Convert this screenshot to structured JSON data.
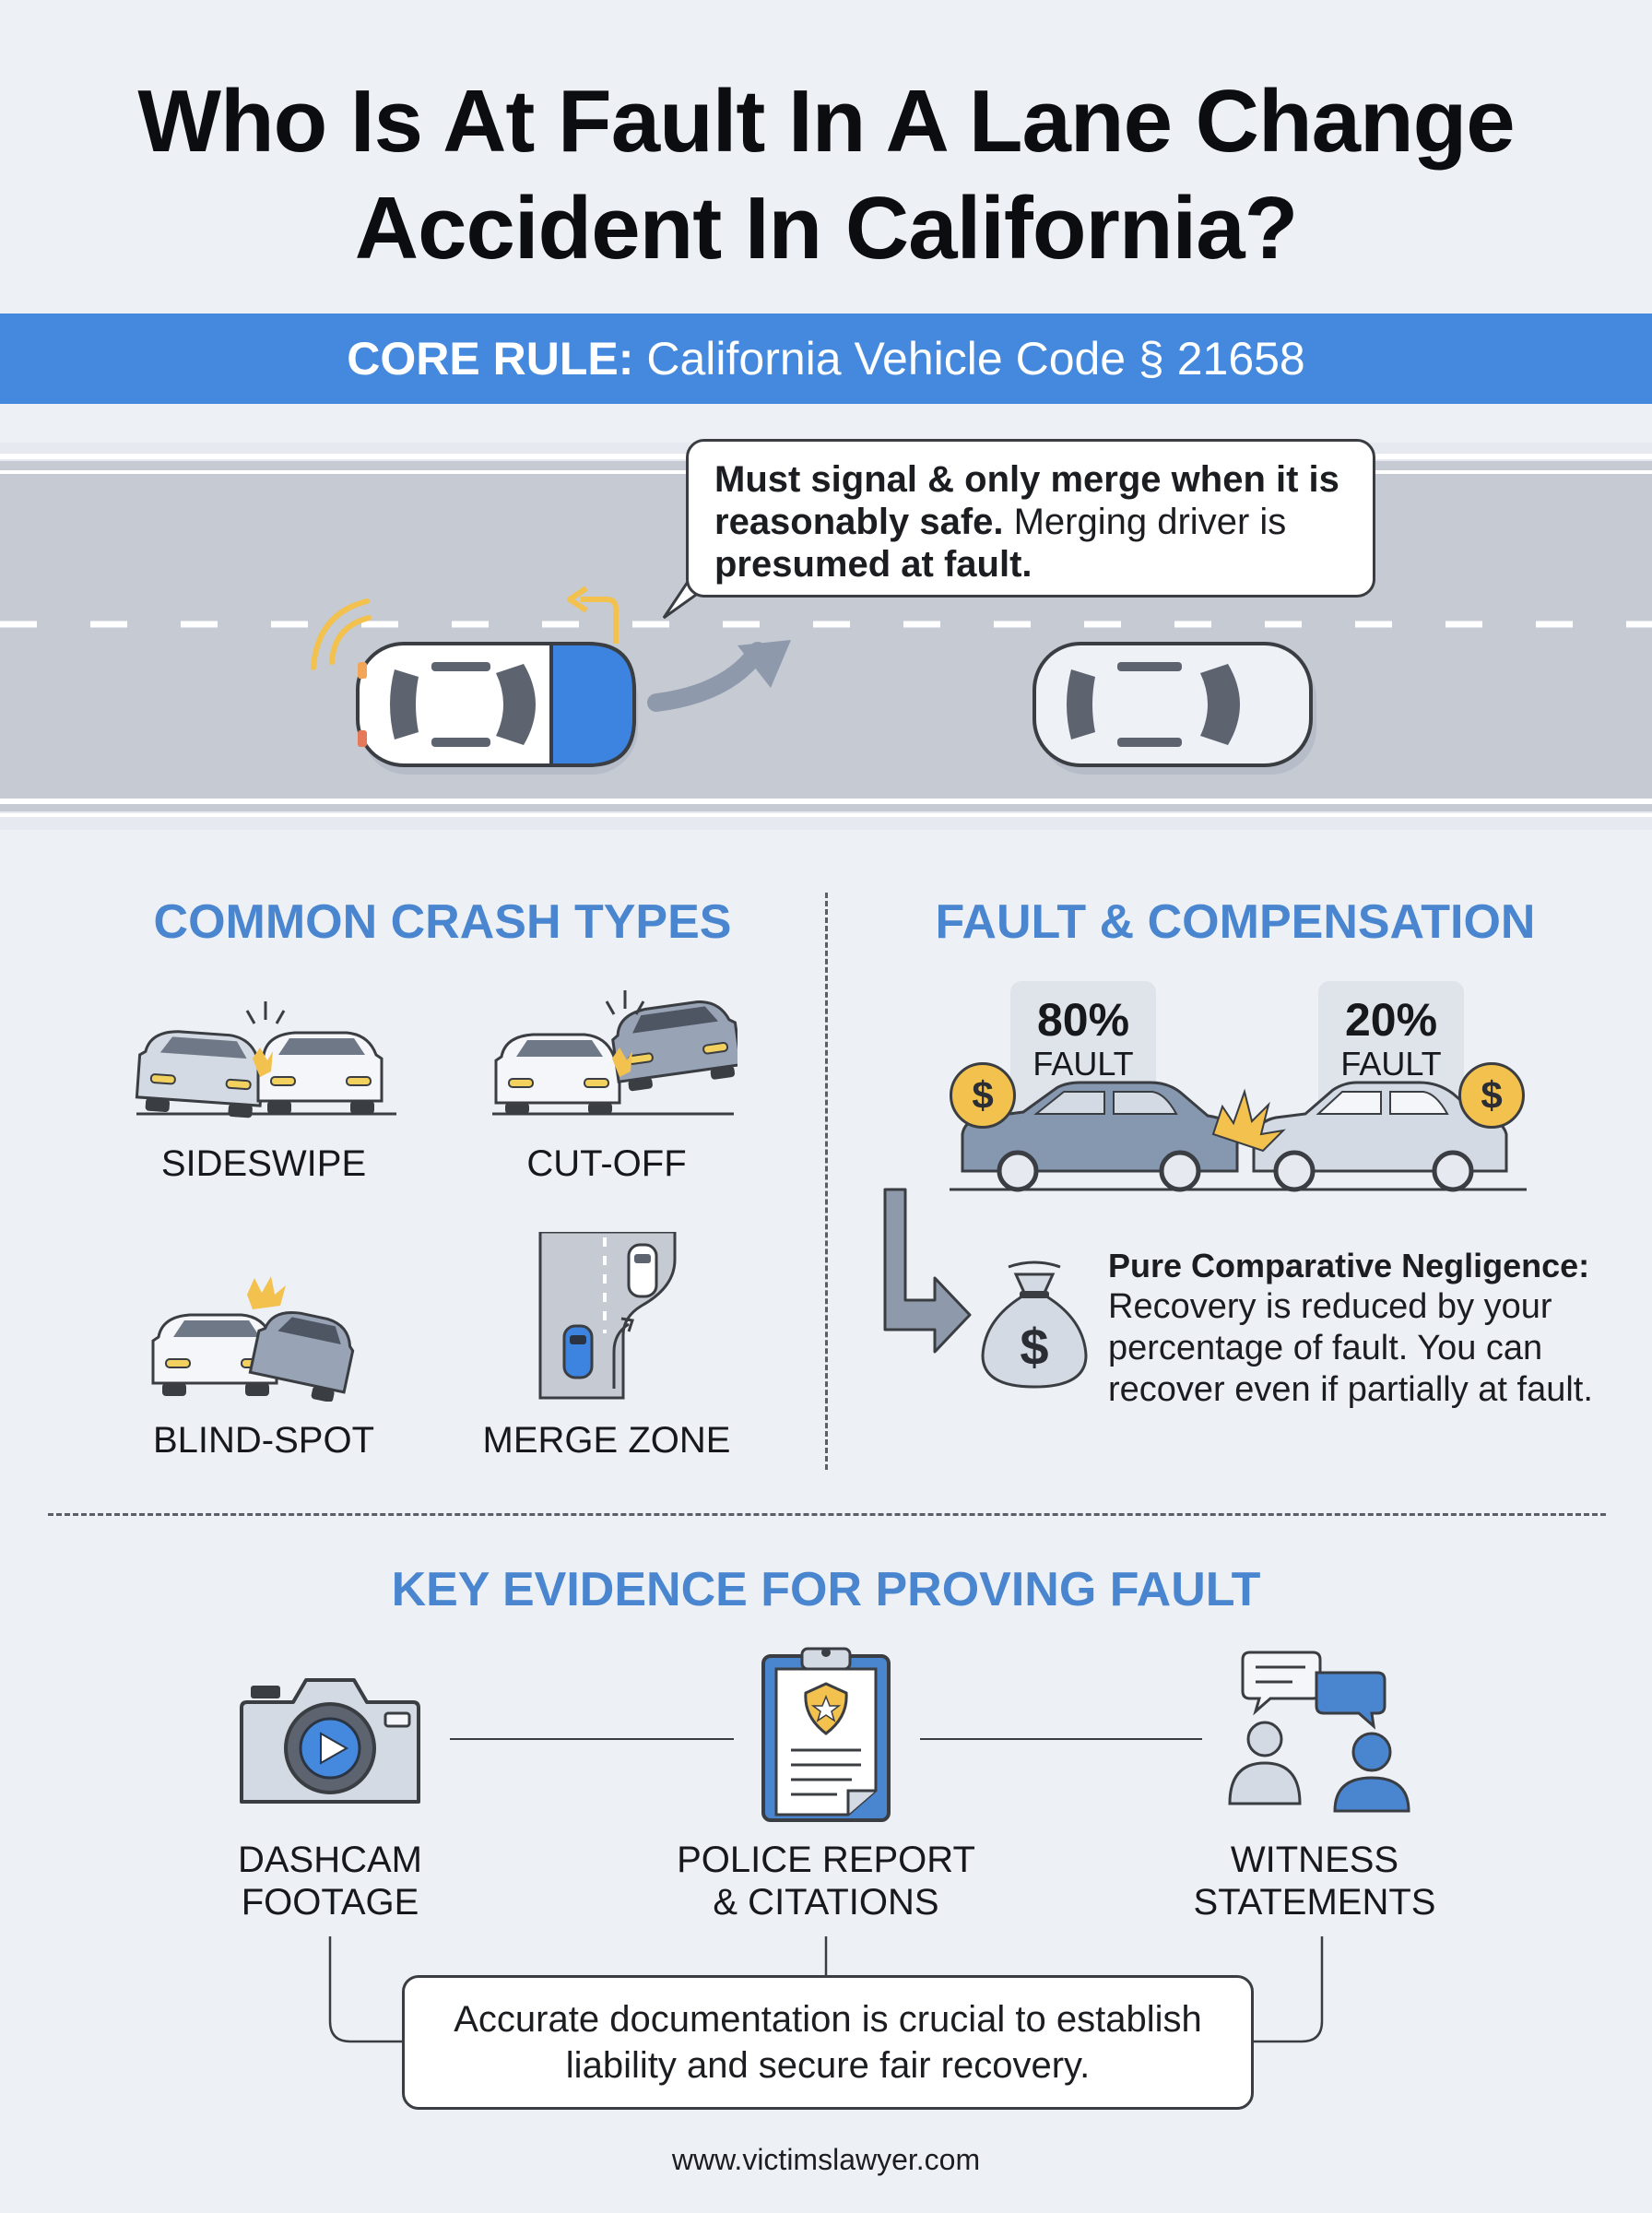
{
  "title": {
    "line1": "Who Is At Fault In A Lane Change",
    "line2": "Accident In California?"
  },
  "core_rule": {
    "label": "CORE RULE:",
    "text": "California Vehicle Code § 21658"
  },
  "callout": {
    "bold1": "Must signal & only merge when it is reasonably safe.",
    "normal": " Merging driver is ",
    "bold2": "presumed at fault."
  },
  "crash_types": {
    "heading": "COMMON CRASH TYPES",
    "items": [
      {
        "label": "SIDESWIPE"
      },
      {
        "label": "CUT-OFF"
      },
      {
        "label": "BLIND-SPOT"
      },
      {
        "label": "MERGE ZONE"
      }
    ]
  },
  "fault": {
    "heading": "FAULT & COMPENSATION",
    "left_pct": "80%",
    "left_label": "FAULT",
    "right_pct": "20%",
    "right_label": "FAULT",
    "currency_symbol": "$",
    "negligence_title": "Pure Comparative Negligence:",
    "negligence_text": "Recovery is reduced by your percentage of fault. You can recover even if partially at fault."
  },
  "evidence": {
    "heading": "KEY EVIDENCE FOR PROVING FAULT",
    "items": [
      {
        "line1": "DASHCAM",
        "line2": "FOOTAGE"
      },
      {
        "line1": "POLICE REPORT",
        "line2": "& CITATIONS"
      },
      {
        "line1": "WITNESS",
        "line2": "STATEMENTS"
      }
    ],
    "note": "Accurate documentation is crucial to establish liability and secure fair recovery."
  },
  "footer": "www.victimslawyer.com",
  "colors": {
    "accent_blue": "#4489de",
    "heading_blue": "#4a86cf",
    "road_gray": "#c5cad3",
    "car_gray": "#8696ad",
    "gold": "#f2c14e"
  }
}
